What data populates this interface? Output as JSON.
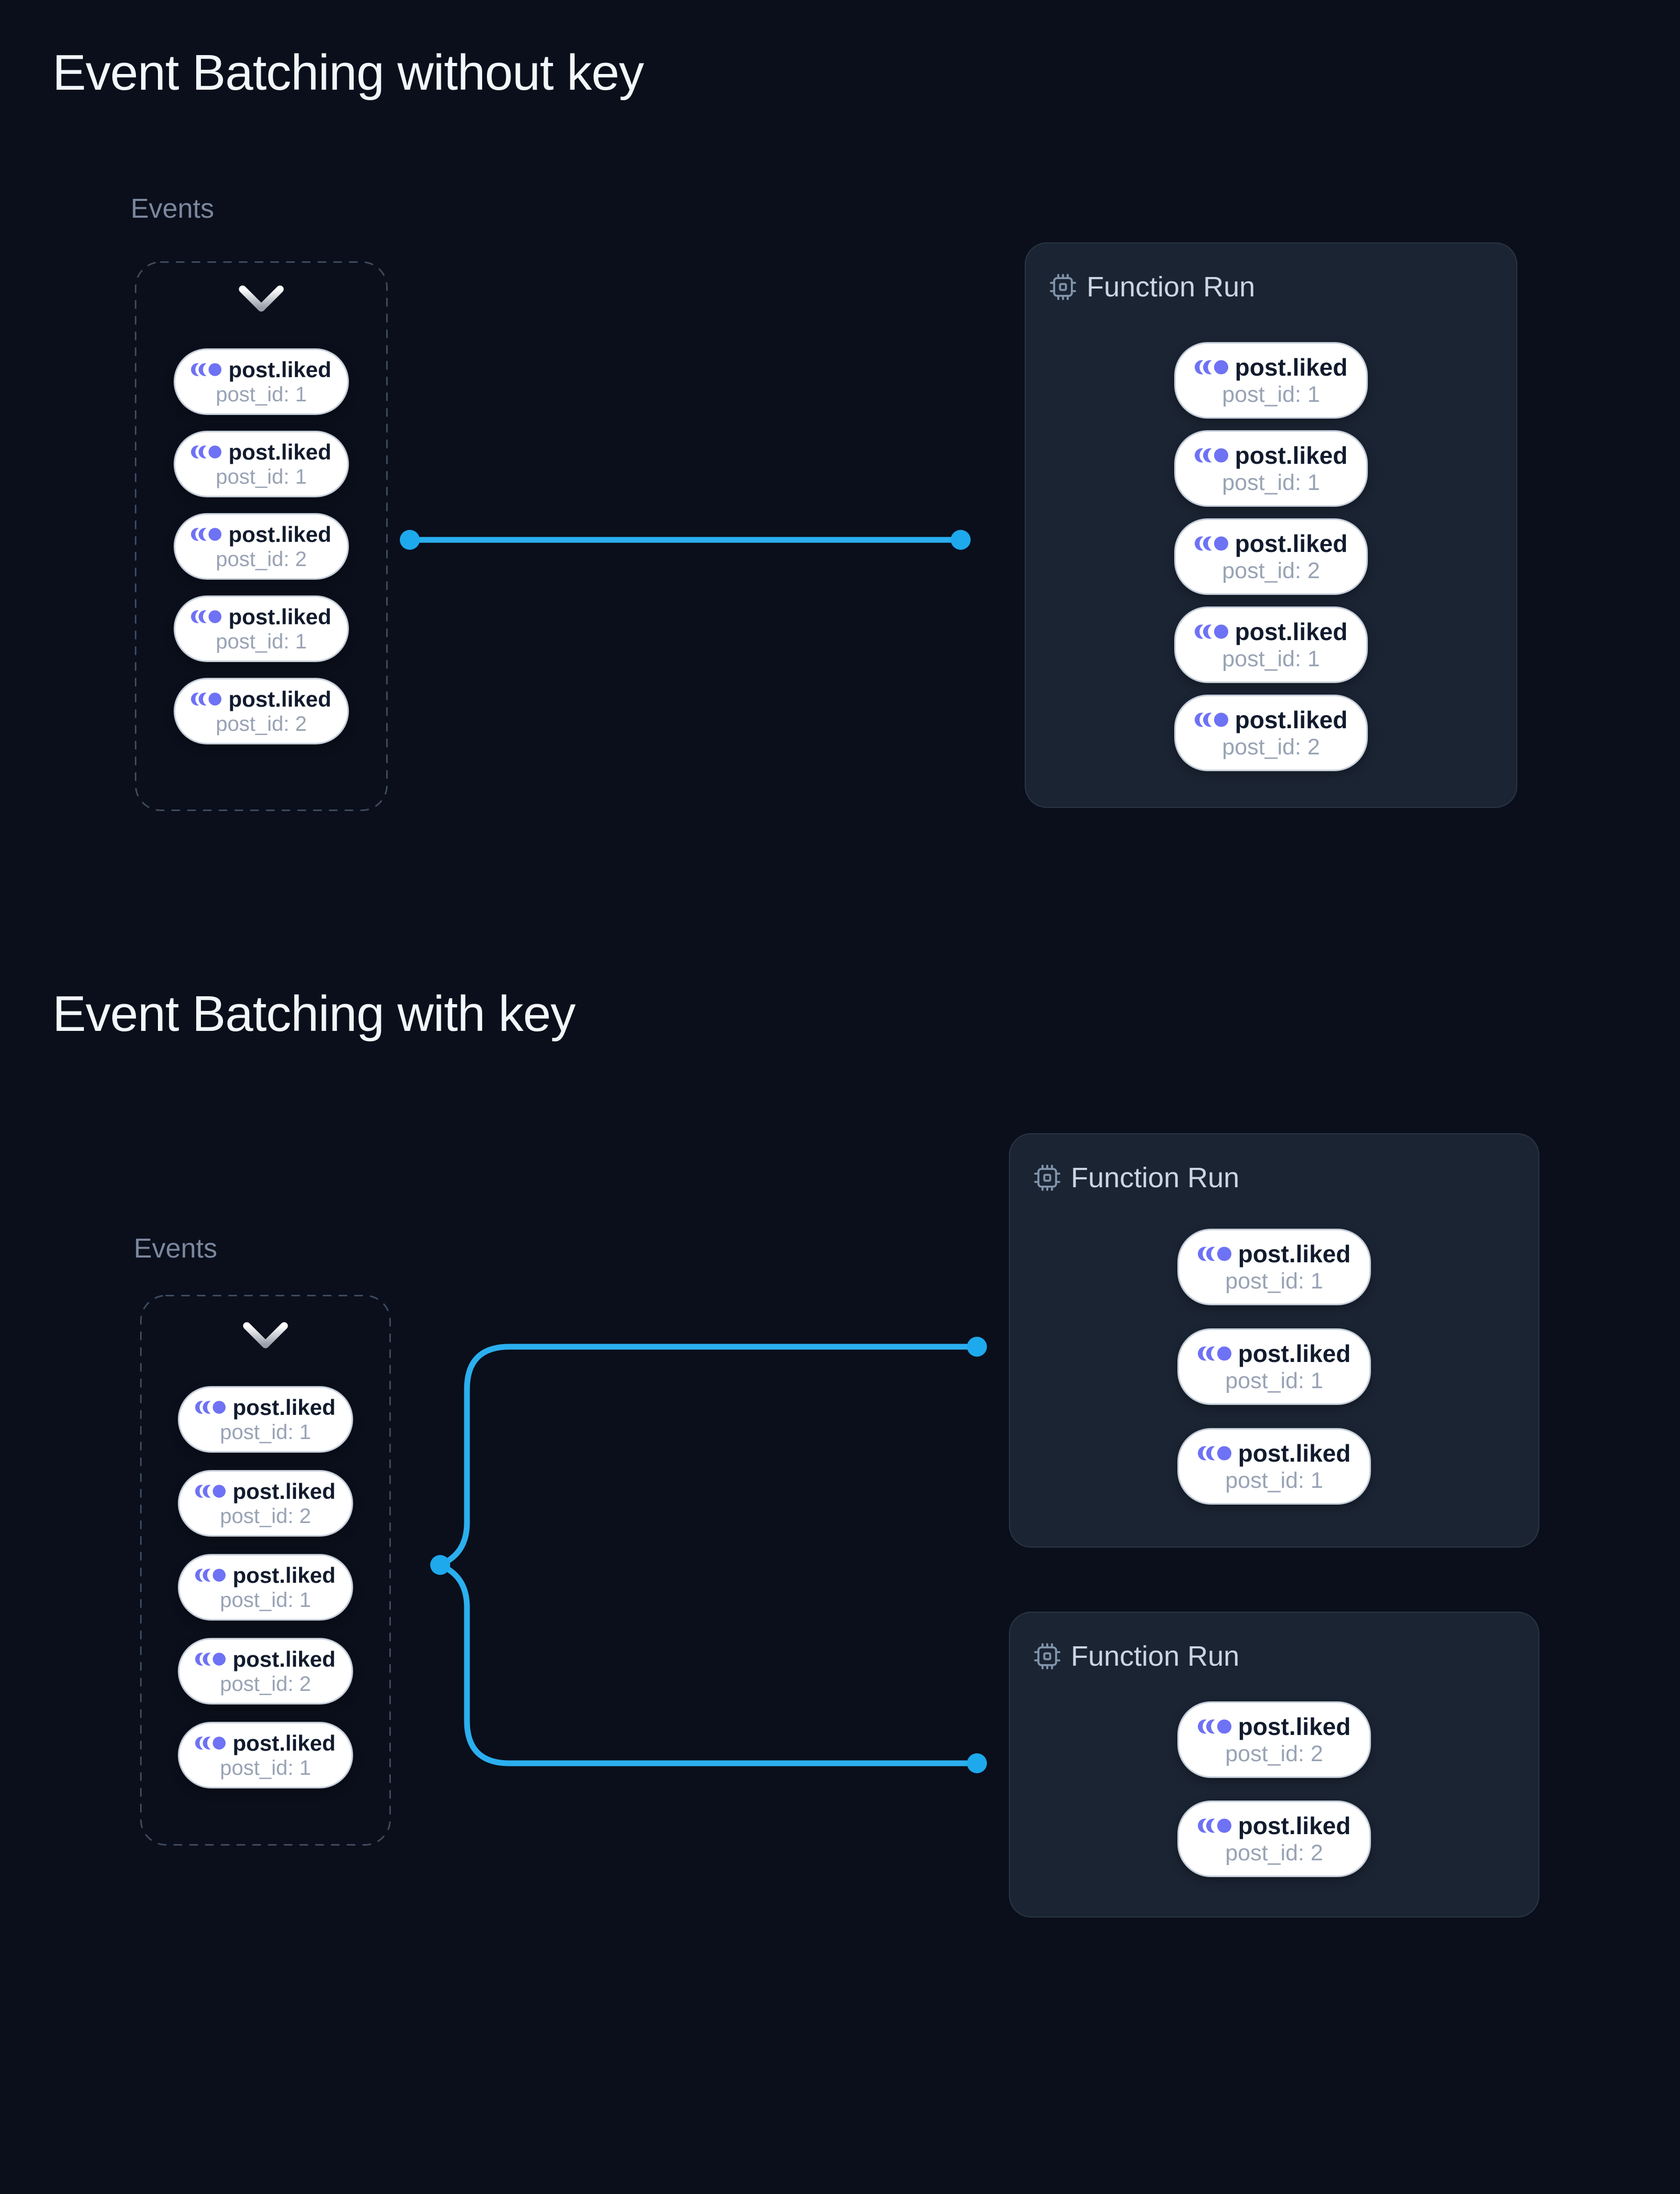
{
  "colors": {
    "background": "#0a0f1b",
    "card_background": "#1b2433",
    "card_border": "#2a3544",
    "dashed_border": "#3e4a5e",
    "accent_blue": "#2bafef",
    "accent_indigo": "#6e72f4",
    "pill_background": "#ffffff",
    "pill_border": "#c6cfdb"
  },
  "icons": {
    "event": "event-pulse-icon",
    "function_run": "cpu-chip-icon",
    "events_group": "chevron-down-icon"
  },
  "sections": [
    {
      "title": "Event Batching without key",
      "events_label": "Events",
      "events": [
        {
          "name": "post.liked",
          "meta": "post_id: 1"
        },
        {
          "name": "post.liked",
          "meta": "post_id: 1"
        },
        {
          "name": "post.liked",
          "meta": "post_id: 2"
        },
        {
          "name": "post.liked",
          "meta": "post_id: 1"
        },
        {
          "name": "post.liked",
          "meta": "post_id: 2"
        }
      ],
      "function_runs": [
        {
          "title": "Function Run",
          "events": [
            {
              "name": "post.liked",
              "meta": "post_id: 1"
            },
            {
              "name": "post.liked",
              "meta": "post_id: 1"
            },
            {
              "name": "post.liked",
              "meta": "post_id: 2"
            },
            {
              "name": "post.liked",
              "meta": "post_id: 1"
            },
            {
              "name": "post.liked",
              "meta": "post_id: 2"
            }
          ]
        }
      ]
    },
    {
      "title": "Event Batching with key",
      "events_label": "Events",
      "events": [
        {
          "name": "post.liked",
          "meta": "post_id: 1"
        },
        {
          "name": "post.liked",
          "meta": "post_id: 2"
        },
        {
          "name": "post.liked",
          "meta": "post_id: 1"
        },
        {
          "name": "post.liked",
          "meta": "post_id: 2"
        },
        {
          "name": "post.liked",
          "meta": "post_id: 1"
        }
      ],
      "function_runs": [
        {
          "title": "Function Run",
          "events": [
            {
              "name": "post.liked",
              "meta": "post_id: 1"
            },
            {
              "name": "post.liked",
              "meta": "post_id: 1"
            },
            {
              "name": "post.liked",
              "meta": "post_id: 1"
            }
          ]
        },
        {
          "title": "Function Run",
          "events": [
            {
              "name": "post.liked",
              "meta": "post_id: 2"
            },
            {
              "name": "post.liked",
              "meta": "post_id: 2"
            }
          ]
        }
      ]
    }
  ]
}
